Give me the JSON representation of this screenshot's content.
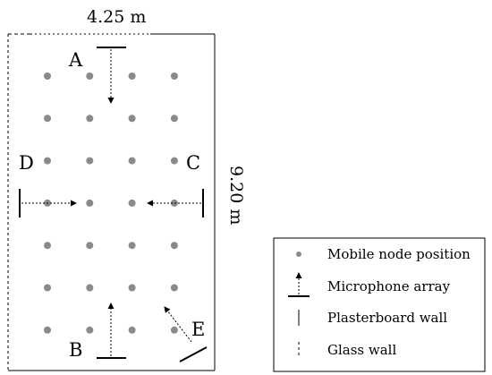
{
  "room": {
    "width_label": "4.25 m",
    "length_label": "9.20 m"
  },
  "arrays": [
    {
      "id": "A",
      "label": "A"
    },
    {
      "id": "B",
      "label": "B"
    },
    {
      "id": "C",
      "label": "C"
    },
    {
      "id": "D",
      "label": "D"
    },
    {
      "id": "E",
      "label": "E"
    }
  ],
  "grid": {
    "columns": 4,
    "rows": 7
  },
  "legend": {
    "mobile_node": "Mobile node position",
    "microphone_array": "Microphone array",
    "plasterboard_wall": "Plasterboard wall",
    "glass_wall": "Glass wall"
  },
  "colors": {
    "node": "#8a8a8a",
    "line": "#000000"
  }
}
